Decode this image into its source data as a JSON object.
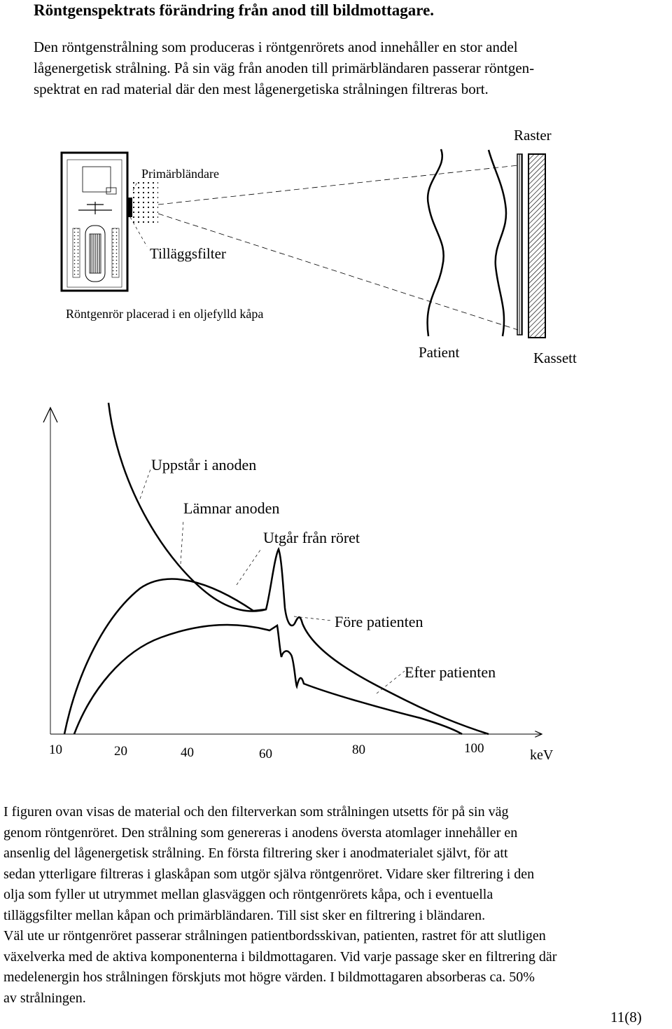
{
  "heading": "Röntgenspektrats förändring från anod till bildmottagare.",
  "intro_lines": [
    "Den röntgenstrålning som produceras i röntgenrörets anod innehåller en stor andel",
    "lågenergetisk strålning. På sin väg från anoden till primärbländaren passerar röntgen-",
    "spektrat en rad material där den mest lågenergetiska strålningen filtreras bort."
  ],
  "setup_diagram": {
    "labels": {
      "raster": "Raster",
      "primary_collimator": "Primärbländare",
      "added_filter": "Tilläggsfilter",
      "tube_housing": "Röntgenrör placerad i en oljefylld kåpa",
      "patient": "Patient",
      "cassette": "Kassett"
    }
  },
  "chart_data": {
    "type": "line",
    "xlabel": "keV",
    "x_ticks": [
      "10",
      "20",
      "40",
      "60",
      "80",
      "100"
    ],
    "curve_labels": [
      "Uppstår i anoden",
      "Lämnar anoden",
      "Utgår från röret",
      "Före patienten",
      "Efter patienten"
    ]
  },
  "body_lines": [
    "I figuren ovan visas de material och den filterverkan som strålningen utsetts för på sin väg",
    "genom röntgenröret. Den strålning som genereras  i anodens översta atomlager innehåller en",
    "ansenlig del lågenergetisk strålning. En första filtrering sker i anodmaterialet självt, för att",
    "sedan ytterligare filtreras i glaskåpan som utgör själva röntgenröret. Vidare sker filtrering i den",
    "olja som fyller ut utrymmet mellan glasväggen och röntgenrörets kåpa, och i eventuella",
    "tilläggsfilter mellan kåpan och primärbländaren. Till sist sker en filtrering  i bländaren.",
    "Väl ute ur röntgenröret passerar strålningen patientbordsskivan, patienten, rastret för att slutligen",
    "växelverka med de aktiva komponenterna i bildmottagaren. Vid varje passage sker en filtrering där",
    "medelenergin hos strålningen förskjuts mot högre värden. I bildmottagaren absorberas ca. 50%",
    "av strålningen."
  ],
  "page_number": "11(8)"
}
